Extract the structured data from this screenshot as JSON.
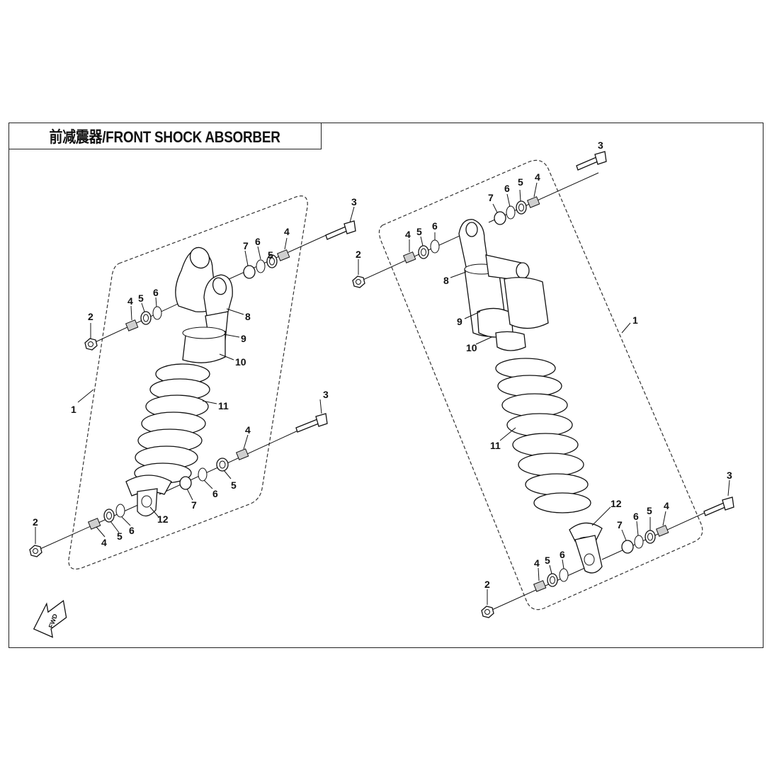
{
  "title": "前减震器/FRONT SHOCK ABSORBER",
  "fwd_label": "FWD",
  "left_assembly": {
    "callouts": [
      {
        "id": "l-1",
        "text": "1"
      },
      {
        "id": "l-2a",
        "text": "2"
      },
      {
        "id": "l-2b",
        "text": "2"
      },
      {
        "id": "l-3a",
        "text": "3"
      },
      {
        "id": "l-3b",
        "text": "3"
      },
      {
        "id": "l-4a",
        "text": "4"
      },
      {
        "id": "l-4b",
        "text": "4"
      },
      {
        "id": "l-4c",
        "text": "4"
      },
      {
        "id": "l-4d",
        "text": "4"
      },
      {
        "id": "l-5a",
        "text": "5"
      },
      {
        "id": "l-5b",
        "text": "5"
      },
      {
        "id": "l-5c",
        "text": "5"
      },
      {
        "id": "l-5d",
        "text": "5"
      },
      {
        "id": "l-6a",
        "text": "6"
      },
      {
        "id": "l-6b",
        "text": "6"
      },
      {
        "id": "l-6c",
        "text": "6"
      },
      {
        "id": "l-6d",
        "text": "6"
      },
      {
        "id": "l-7a",
        "text": "7"
      },
      {
        "id": "l-7b",
        "text": "7"
      },
      {
        "id": "l-8",
        "text": "8"
      },
      {
        "id": "l-9",
        "text": "9"
      },
      {
        "id": "l-10",
        "text": "10"
      },
      {
        "id": "l-11",
        "text": "11"
      },
      {
        "id": "l-12",
        "text": "12"
      }
    ]
  },
  "right_assembly": {
    "callouts": [
      {
        "id": "r-1",
        "text": "1"
      },
      {
        "id": "r-2a",
        "text": "2"
      },
      {
        "id": "r-2b",
        "text": "2"
      },
      {
        "id": "r-3a",
        "text": "3"
      },
      {
        "id": "r-3b",
        "text": "3"
      },
      {
        "id": "r-4a",
        "text": "4"
      },
      {
        "id": "r-4b",
        "text": "4"
      },
      {
        "id": "r-4c",
        "text": "4"
      },
      {
        "id": "r-4d",
        "text": "4"
      },
      {
        "id": "r-5a",
        "text": "5"
      },
      {
        "id": "r-5b",
        "text": "5"
      },
      {
        "id": "r-5c",
        "text": "5"
      },
      {
        "id": "r-5d",
        "text": "5"
      },
      {
        "id": "r-6a",
        "text": "6"
      },
      {
        "id": "r-6b",
        "text": "6"
      },
      {
        "id": "r-6c",
        "text": "6"
      },
      {
        "id": "r-6d",
        "text": "6"
      },
      {
        "id": "r-7a",
        "text": "7"
      },
      {
        "id": "r-7b",
        "text": "7"
      },
      {
        "id": "r-8",
        "text": "8"
      },
      {
        "id": "r-9",
        "text": "9"
      },
      {
        "id": "r-10",
        "text": "10"
      },
      {
        "id": "r-11",
        "text": "11"
      },
      {
        "id": "r-12",
        "text": "12"
      }
    ]
  }
}
